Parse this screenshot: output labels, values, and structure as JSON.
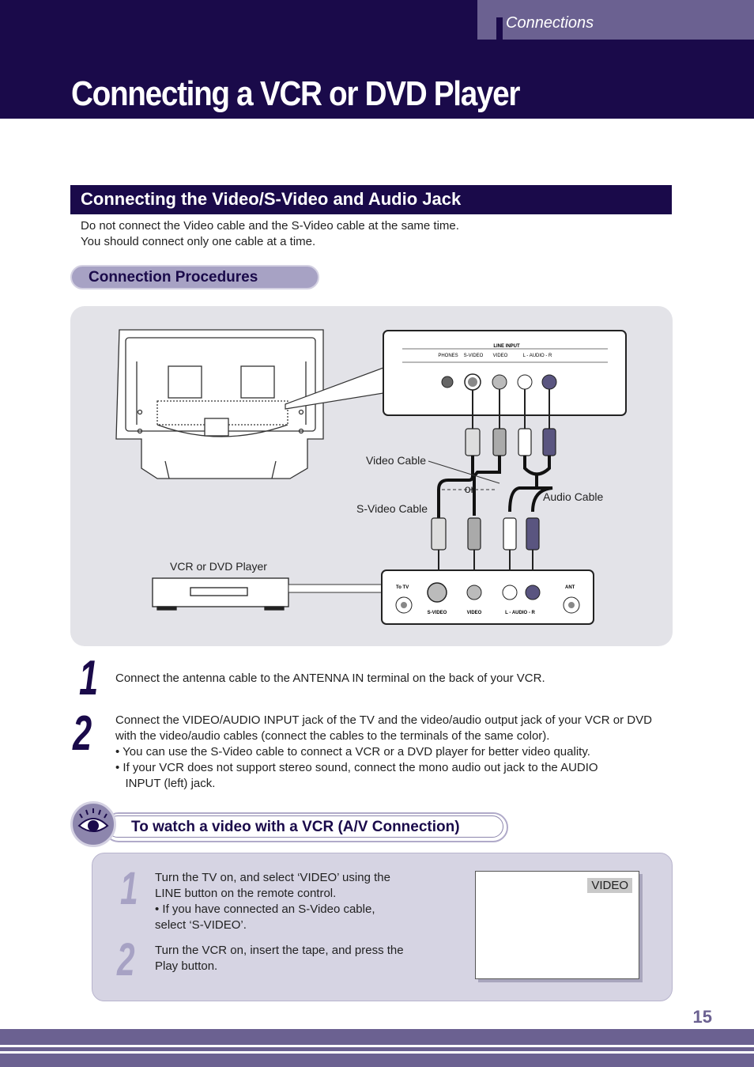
{
  "header": {
    "section_label": "Connections",
    "title": "Connecting a VCR or DVD Player"
  },
  "section": {
    "heading": "Connecting the Video/S-Video and Audio Jack",
    "intro_line1": "Do not connect the Video cable and the S-Video cable at the same time.",
    "intro_line2": "You should connect only one cable at a time.",
    "procedures_label": "Connection Procedures"
  },
  "diagram": {
    "line_input_label": "LINE INPUT",
    "tv_jack_phones": "PHONES",
    "tv_jack_svideo": "S-VIDEO",
    "tv_jack_video": "VIDEO",
    "tv_jack_audio": "L - AUDIO - R",
    "video_cable_label": "Video Cable",
    "svideo_cable_label": "S-Video Cable",
    "audio_cable_label": "Audio Cable",
    "or_label": "or",
    "vcr_label": "VCR or DVD Player",
    "vcr_to_tv": "To TV",
    "vcr_ant": "ANT",
    "vcr_jack_svideo": "S-VIDEO",
    "vcr_jack_video": "VIDEO",
    "vcr_jack_audio": "L - AUDIO - R"
  },
  "steps": [
    {
      "number": "1",
      "lines": [
        "Connect the antenna cable to the ANTENNA IN terminal on the back of your VCR."
      ]
    },
    {
      "number": "2",
      "lines": [
        "Connect the VIDEO/AUDIO INPUT jack of the TV and the video/audio output jack of your VCR or DVD",
        "with the video/audio cables (connect the cables to the terminals of the same color).",
        "• You can use the S-Video cable to connect a VCR or a DVD player for better video quality.",
        "• If your VCR does not support stereo sound, connect the mono audio out jack to the AUDIO",
        "   INPUT (left) jack."
      ]
    }
  ],
  "watch": {
    "heading": "To watch a video with a VCR (A/V Connection)",
    "steps": [
      {
        "number": "1",
        "lines": [
          "Turn the TV on, and select ‘VIDEO’ using the",
          "LINE button on the remote control.",
          "• If you have connected an S-Video cable,",
          "select ‘S-VIDEO’."
        ]
      },
      {
        "number": "2",
        "lines": [
          "Turn the VCR on, insert the tape, and press the",
          "Play button."
        ]
      }
    ],
    "screen_osd": "VIDEO"
  },
  "page_number": "15",
  "colors": {
    "navy": "#1a0a4a",
    "lavender": "#6b6191",
    "panel_grey": "#e3e3e8"
  }
}
